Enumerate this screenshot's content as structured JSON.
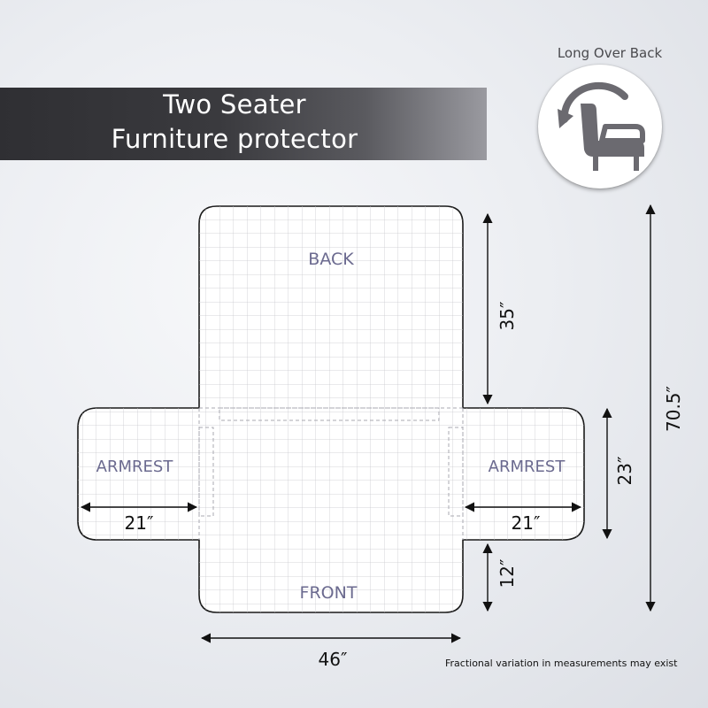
{
  "title": {
    "line1": "Two Seater",
    "line2": "Furniture protector"
  },
  "badge": {
    "label": "Long Over Back",
    "icon": "armchair-with-rotate-arrow-icon"
  },
  "sections": {
    "back": "BACK",
    "front": "FRONT",
    "armrest_left": "ARMREST",
    "armrest_right": "ARMREST"
  },
  "measurements": {
    "back_length": "35″",
    "total_length": "70.5″",
    "armrest_height": "23″",
    "front_drop": "12″",
    "armrest_left_width": "21″",
    "armrest_right_width": "21″",
    "seat_width": "46″"
  },
  "footnote": "Fractional variation in measurements may exist",
  "colors": {
    "label_text": "#6b6a8f",
    "dimension_text": "#111111",
    "outline": "#1a1a1a",
    "grid": "#c8c8cc"
  }
}
